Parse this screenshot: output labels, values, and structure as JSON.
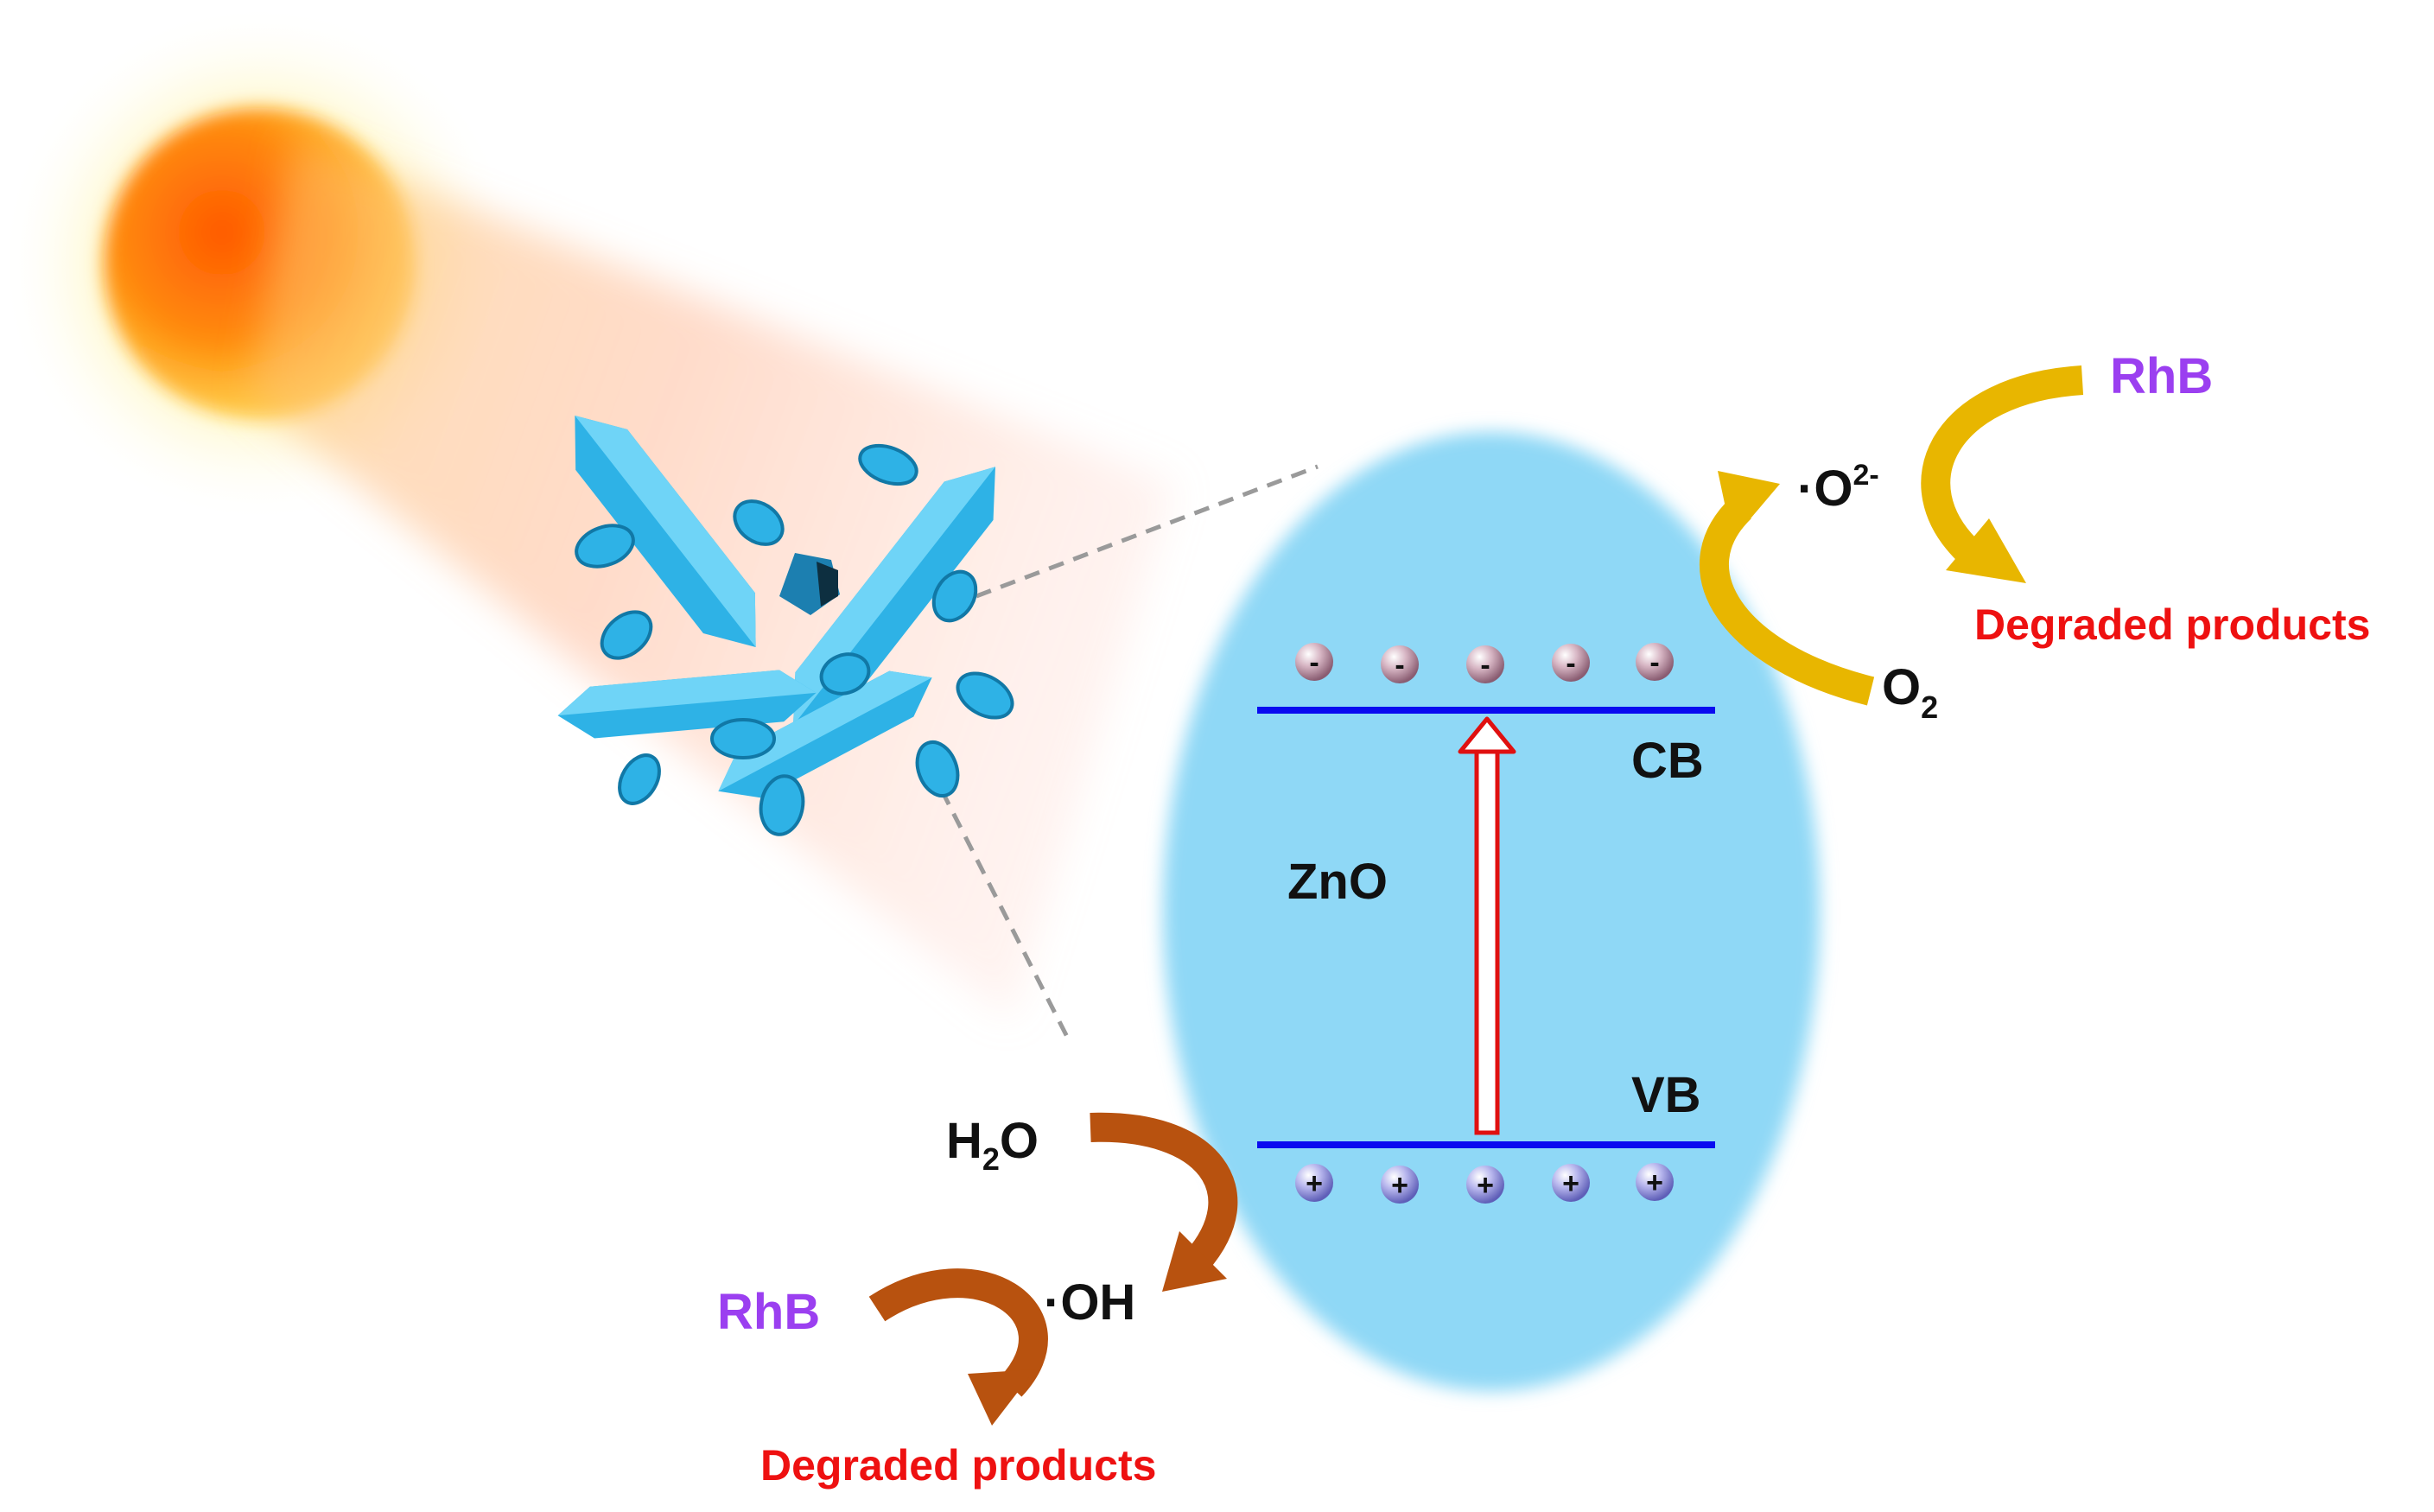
{
  "material": "ZnO",
  "conduction_band": "CB",
  "valence_band": "VB",
  "electron_sign": "-",
  "hole_sign": "+",
  "oxidant": {
    "base": "O",
    "subscript": "2"
  },
  "superoxide": {
    "base": "·O",
    "superscript": "2-"
  },
  "water": {
    "h": "H",
    "subscript": "2",
    "o": "O"
  },
  "hydroxyl": "·OH",
  "dye_top": "RhB",
  "dye_bottom": "RhB",
  "products_top": "Degraded products",
  "products_bottom": "Degraded products",
  "colors": {
    "band_line": "#0a0af0",
    "ellipse": "#8fd8f6",
    "excitation_arrow": "#e01010",
    "crystal": "#2eb2e6",
    "sun_core": "#ff6a00",
    "sun_glow": "#ffd500",
    "arrow_top": "#e8b600",
    "arrow_bottom": "#b8520f",
    "dye_text": "#9b3ff0",
    "product_text": "#ee1111"
  }
}
